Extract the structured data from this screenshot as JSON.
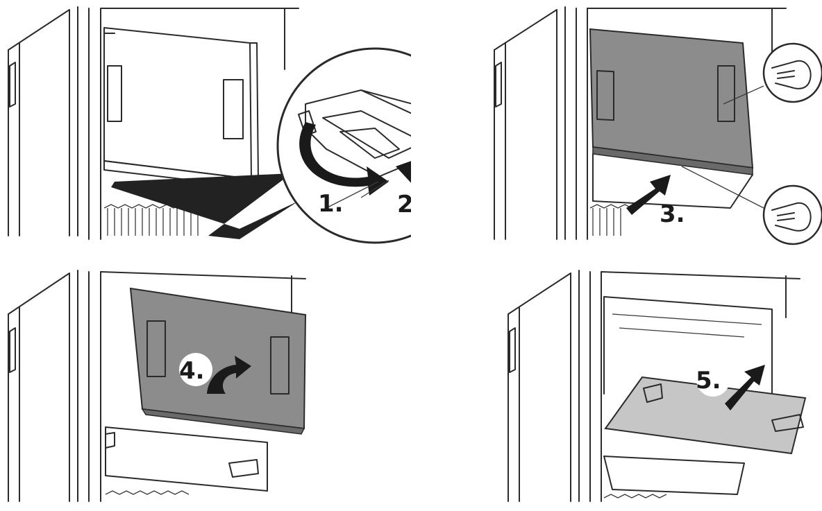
{
  "steps": [
    {
      "label": "1."
    },
    {
      "label": "2."
    },
    {
      "label": "3."
    },
    {
      "label": "4."
    },
    {
      "label": "5."
    }
  ],
  "colors": {
    "shelf_dark": "#8c8c8c",
    "shelf_light": "#c6c6c6",
    "outline": "#2a2a2a",
    "arrow": "#1a1a1a",
    "background": "#ffffff"
  }
}
